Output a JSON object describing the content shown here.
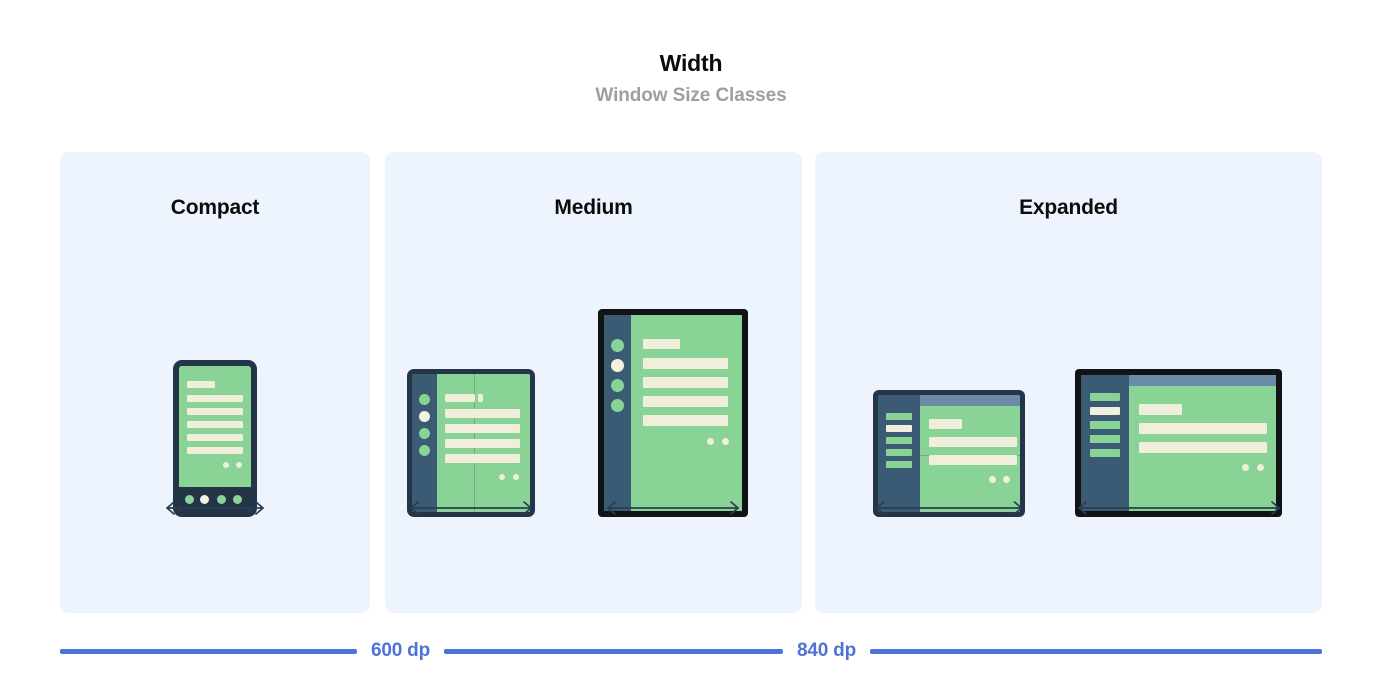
{
  "header": {
    "title": "Width",
    "subtitle": "Window Size Classes"
  },
  "panels": [
    {
      "id": "compact",
      "title": "Compact",
      "devices": [
        {
          "name": "phone",
          "form_factor": "phone-portrait",
          "bezel": "navy",
          "arrow": "double-headed-horizontal-arrow"
        }
      ]
    },
    {
      "id": "medium",
      "title": "Medium",
      "devices": [
        {
          "name": "foldable-unfolded",
          "form_factor": "foldable-portrait",
          "bezel": "navy",
          "arrow": "double-headed-horizontal-arrow"
        },
        {
          "name": "tablet-portrait",
          "form_factor": "tablet-portrait",
          "bezel": "black",
          "arrow": "double-headed-horizontal-arrow"
        }
      ]
    },
    {
      "id": "expanded",
      "title": "Expanded",
      "devices": [
        {
          "name": "foldable-landscape",
          "form_factor": "foldable-landscape",
          "bezel": "navy",
          "arrow": "double-headed-horizontal-arrow"
        },
        {
          "name": "tablet-landscape",
          "form_factor": "tablet-landscape",
          "bezel": "black",
          "arrow": "double-headed-horizontal-arrow"
        }
      ]
    }
  ],
  "ruler": {
    "breakpoints": [
      "600 dp",
      "840 dp"
    ]
  },
  "colors": {
    "panel_background": "#edf4fd",
    "page_background": "#ffffff",
    "title": "#0b0b0c",
    "subtitle": "#9aa0a6",
    "breakpoint_accent": "#4d72d8",
    "device_bezel_navy": "#253548",
    "device_bezel_black": "#111315",
    "device_screen_green": "#8ad396",
    "device_content_cream": "#efefdc",
    "device_nav_rail": "#3b5a73",
    "device_app_bar": "#6b8ba6",
    "arrow": "#2b3d52"
  },
  "chart_data": {
    "type": "table",
    "title": "Width — Window Size Classes",
    "categories": [
      "Compact",
      "Medium",
      "Expanded"
    ],
    "breakpoints_dp": [
      600,
      840
    ],
    "ranges": [
      {
        "class": "Compact",
        "min_dp": 0,
        "max_dp": 600,
        "devices": [
          "phone"
        ]
      },
      {
        "class": "Medium",
        "min_dp": 600,
        "max_dp": 840,
        "devices": [
          "foldable-unfolded",
          "tablet-portrait"
        ]
      },
      {
        "class": "Expanded",
        "min_dp": 840,
        "max_dp": null,
        "devices": [
          "foldable-landscape",
          "tablet-landscape"
        ]
      }
    ]
  }
}
